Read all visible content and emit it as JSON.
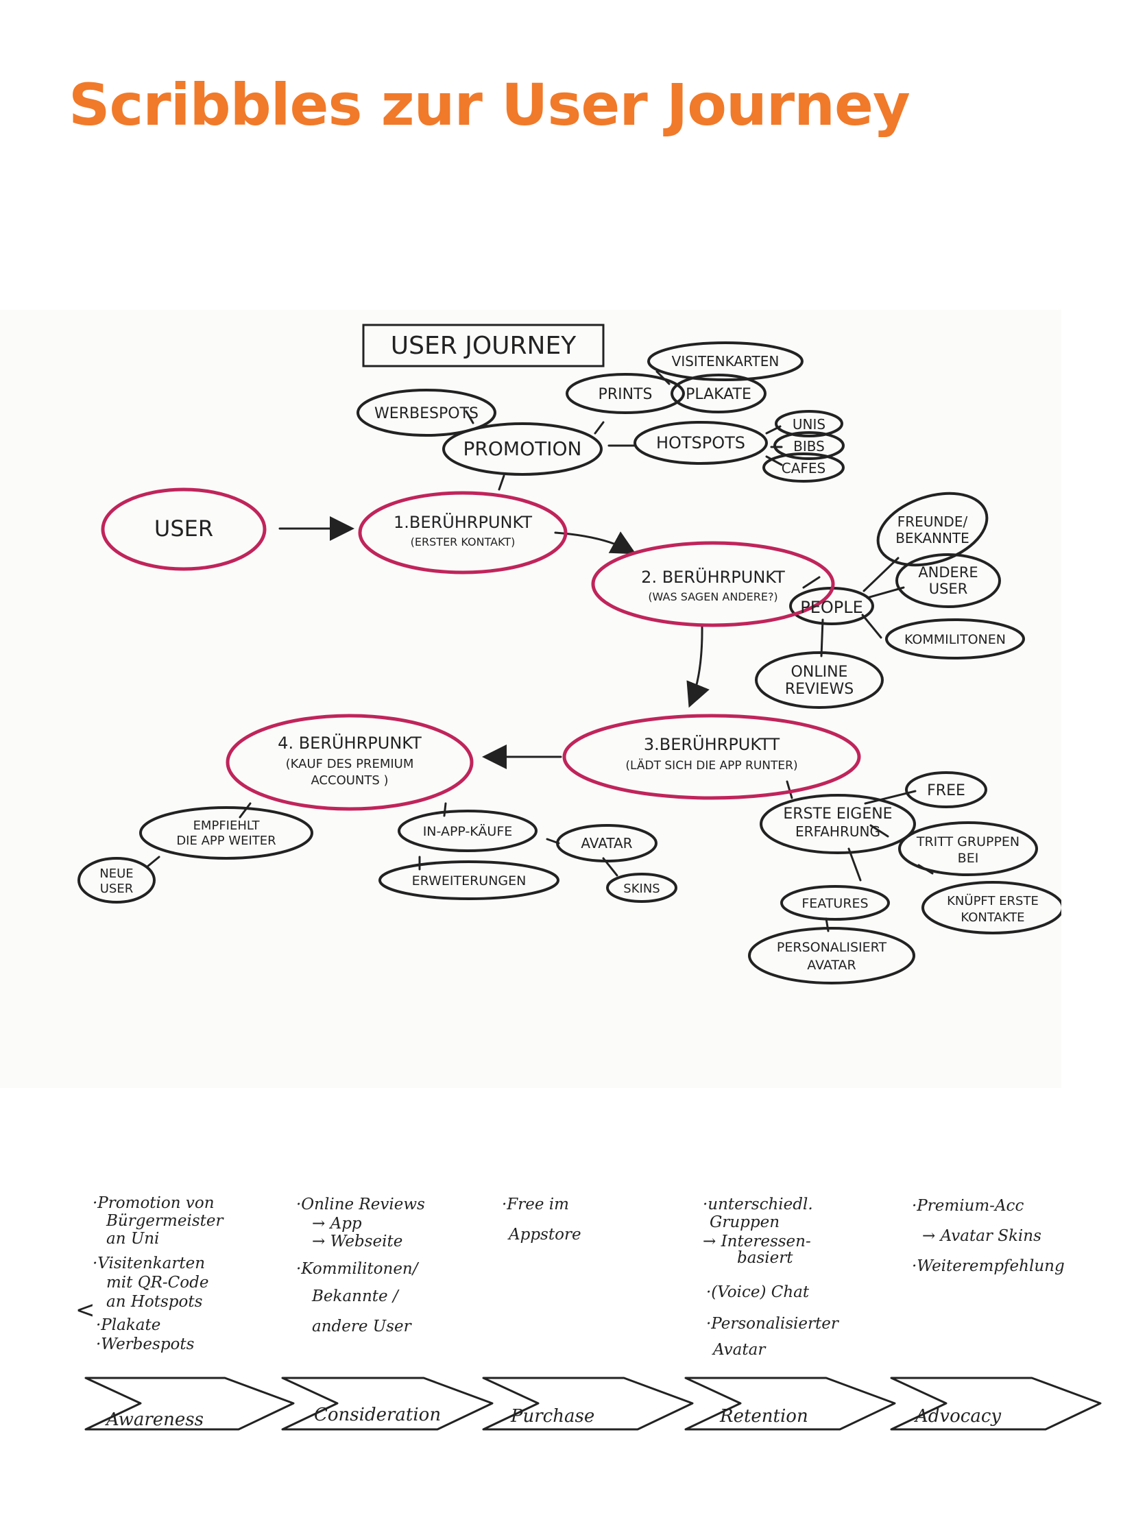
{
  "title": "Scribbles zur User Journey",
  "colors": {
    "title": "#f07a2a",
    "touchpoint_outline": "#c0245a",
    "ink": "#222222"
  },
  "diagram": {
    "heading": "USER JOURNEY",
    "user": "USER",
    "touchpoints": [
      {
        "label": "1.BERÜHRPUNKT",
        "sub": "(ERSTER KONTAKT)"
      },
      {
        "label": "2. BERÜHRPUNKT",
        "sub": "(WAS SAGEN ANDERE?)"
      },
      {
        "label": "3.BERÜHRPUKTT",
        "sub": "(LÄDT SICH DIE APP RUNTER)"
      },
      {
        "label": "4. BERÜHRPUNKT",
        "sub": "(KAUF DES PREMIUM",
        "sub2": "ACCOUNTS )"
      }
    ],
    "promotion": {
      "label": "PROMOTION",
      "werbespots": "WERBESPOTS",
      "prints": "PRINTS",
      "visitenkarten": "VISITENKARTEN",
      "plakate": "PLAKATE",
      "hotspots": "HOTSPOTS",
      "unis": "UNIS",
      "bibs": "BIBS",
      "cafes": "CAFES"
    },
    "people": {
      "label": "PEOPLE",
      "freunde_1": "FREUNDE/",
      "freunde_2": "BEKANNTE",
      "andere_1": "ANDERE",
      "andere_2": "USER",
      "kommilitonen": "KOMMILITONEN",
      "reviews_1": "ONLINE",
      "reviews_2": "REVIEWS"
    },
    "experience": {
      "label_1": "ERSTE EIGENE",
      "label_2": "ERFAHRUNG",
      "free": "FREE",
      "tritt_1": "TRITT GRUPPEN",
      "tritt_2": "BEI",
      "knuepft_1": "KNÜPFT ERSTE",
      "knuepft_2": "KONTAKTE",
      "features": "FEATURES",
      "avatar_1": "PERSONALISIERT",
      "avatar_2": "AVATAR"
    },
    "purchase": {
      "empfiehlt_1": "EMPFIEHLT",
      "empfiehlt_2": "DIE APP WEITER",
      "neue_1": "NEUE",
      "neue_2": "USER",
      "inapp": "IN-APP-KÄUFE",
      "erweiterungen": "ERWEITERUNGEN",
      "avatar": "AVATAR",
      "skins": "SKINS"
    }
  },
  "journey": {
    "stages": [
      "Awareness",
      "Consideration",
      "Purchase",
      "Retention",
      "Advocacy"
    ],
    "notes": [
      [
        "·Promotion von",
        "Bürgermeister",
        "an Uni",
        "·Visitenkarten",
        "mit QR-Code",
        "an Hotspots",
        "·Plakate",
        "·Werbespots"
      ],
      [
        "·Online Reviews",
        "→ App",
        "→ Webseite",
        "·Kommilitonen/",
        "Bekannte /",
        "andere User"
      ],
      [
        "·Free im",
        "Appstore"
      ],
      [
        "·unterschiedl.",
        "Gruppen",
        "→ Interessen-",
        "basiert",
        "·(Voice) Chat",
        "·Personalisierter",
        "Avatar"
      ],
      [
        "·Premium-Acc",
        "→ Avatar Skins",
        "·Weiterempfehlung"
      ]
    ],
    "left_marker": "<"
  }
}
